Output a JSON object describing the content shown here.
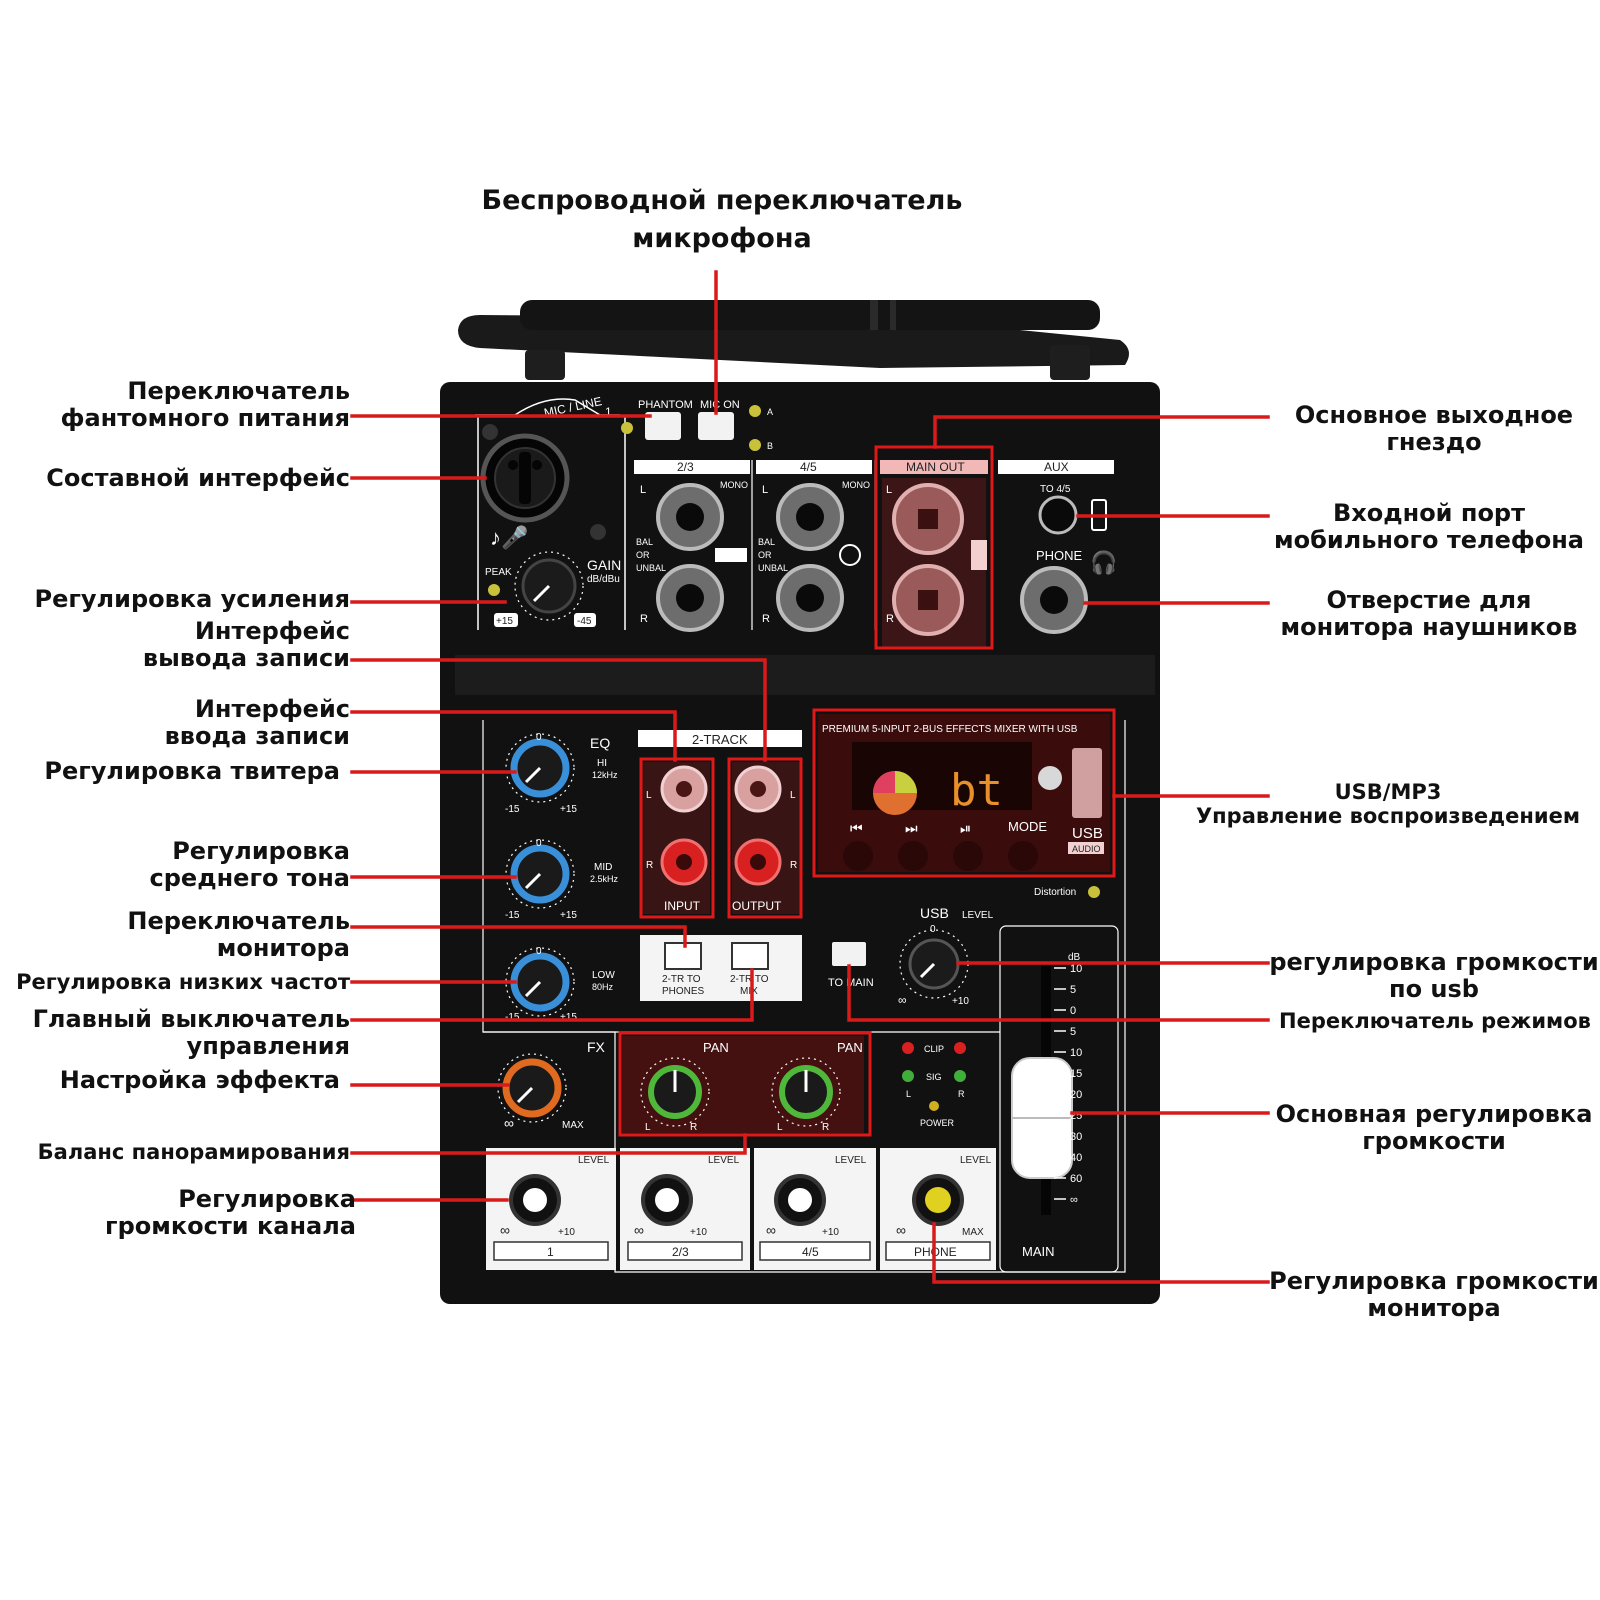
{
  "colors": {
    "leader": "#d91a1a",
    "panel": "#111111",
    "highlight": "#e01818"
  },
  "labels": {
    "wireless_mic_switch": "Беспроводной переключатель\nмикрофона",
    "phantom_switch": "Переключатель\nфантомного питания",
    "combo_interface": "Составной интерфейс",
    "gain_control": "Регулировка усиления",
    "record_output": "Интерфейс\nвывода записи",
    "record_input": "Интерфейс\nввода записи",
    "tweeter_control": "Регулировка твитера",
    "mid_control": "Регулировка\nсреднего тона",
    "monitor_switch": "Переключатель\nмонитора",
    "low_control": "Регулировка низких частот",
    "main_switch": "Главный выключатель\nуправления",
    "effect_setting": "Настройка эффекта",
    "pan_balance": "Баланс панорамирования",
    "channel_volume": "Регулировка\nгромкости канала",
    "main_out_jack": "Основное выходное\nгнездо",
    "mobile_input": "Входной порт\nмобильного телефона",
    "headphone_monitor": "Отверстие для\nмонитора наушников",
    "usb_mp3": "USB/MP3\nУправление воспроизведением",
    "usb_volume": "регулировка громкости\nпо usb",
    "mode_switch": "Переключатель режимов",
    "main_volume": "Основная регулировка\nгромкости",
    "monitor_volume": "Регулировка громкости\nмонитора"
  },
  "panel": {
    "mic_line": "MIC / LINE",
    "ch1": "1",
    "phantom": "PHANTOM",
    "mic_on": "MIC ON",
    "led_a": "A",
    "led_b": "B",
    "ch23": "2/3",
    "ch45": "4/5",
    "main_out": "MAIN OUT",
    "aux": "AUX",
    "mono": "MONO",
    "to45": "TO 4/5",
    "phone": "PHONE",
    "l": "L",
    "r": "R",
    "bal": "BAL",
    "or": "OR",
    "unbal": "UNBAL",
    "peak": "PEAK",
    "gain": "GAIN",
    "gain_unit": "dB/dBu",
    "gain_min": "+15",
    "gain_max": "-45",
    "eq": "EQ",
    "hi": "HI",
    "hi_freq": "12kHz",
    "mid": "MID",
    "mid_freq": "2.5kHz",
    "low": "LOW",
    "low_freq": "80Hz",
    "eq_min": "-15",
    "eq_max": "+15",
    "zero": "0",
    "two_track": "2-TRACK",
    "input": "INPUT",
    "output": "OUTPUT",
    "tr_phones": "2-TR TO\nPHONES",
    "tr_mix": "2-TR TO\nMIX",
    "display_title": "PREMIUM 5-INPUT 2-BUS EFFECTS MIXER WITH USB",
    "display_text": "bt",
    "mode": "MODE",
    "usb": "USB",
    "usb_audio": "AUDIO",
    "distortion": "Distortion",
    "level": "LEVEL",
    "to_main": "TO MAIN",
    "usb_max": "+10",
    "fx": "FX",
    "fx_max": "MAX",
    "pan": "PAN",
    "clip": "CLIP",
    "sig": "SIG",
    "power": "POWER",
    "db": "dB",
    "fader_scale": [
      "10",
      "5",
      "0",
      "5",
      "10",
      "15",
      "20",
      "25",
      "30",
      "40",
      "60",
      "∞"
    ],
    "main": "MAIN",
    "ch_level_max": "+10",
    "phone_max": "MAX",
    "strip_1": "1",
    "strip_23": "2/3",
    "strip_45": "4/5",
    "strip_phone": "PHONE"
  }
}
